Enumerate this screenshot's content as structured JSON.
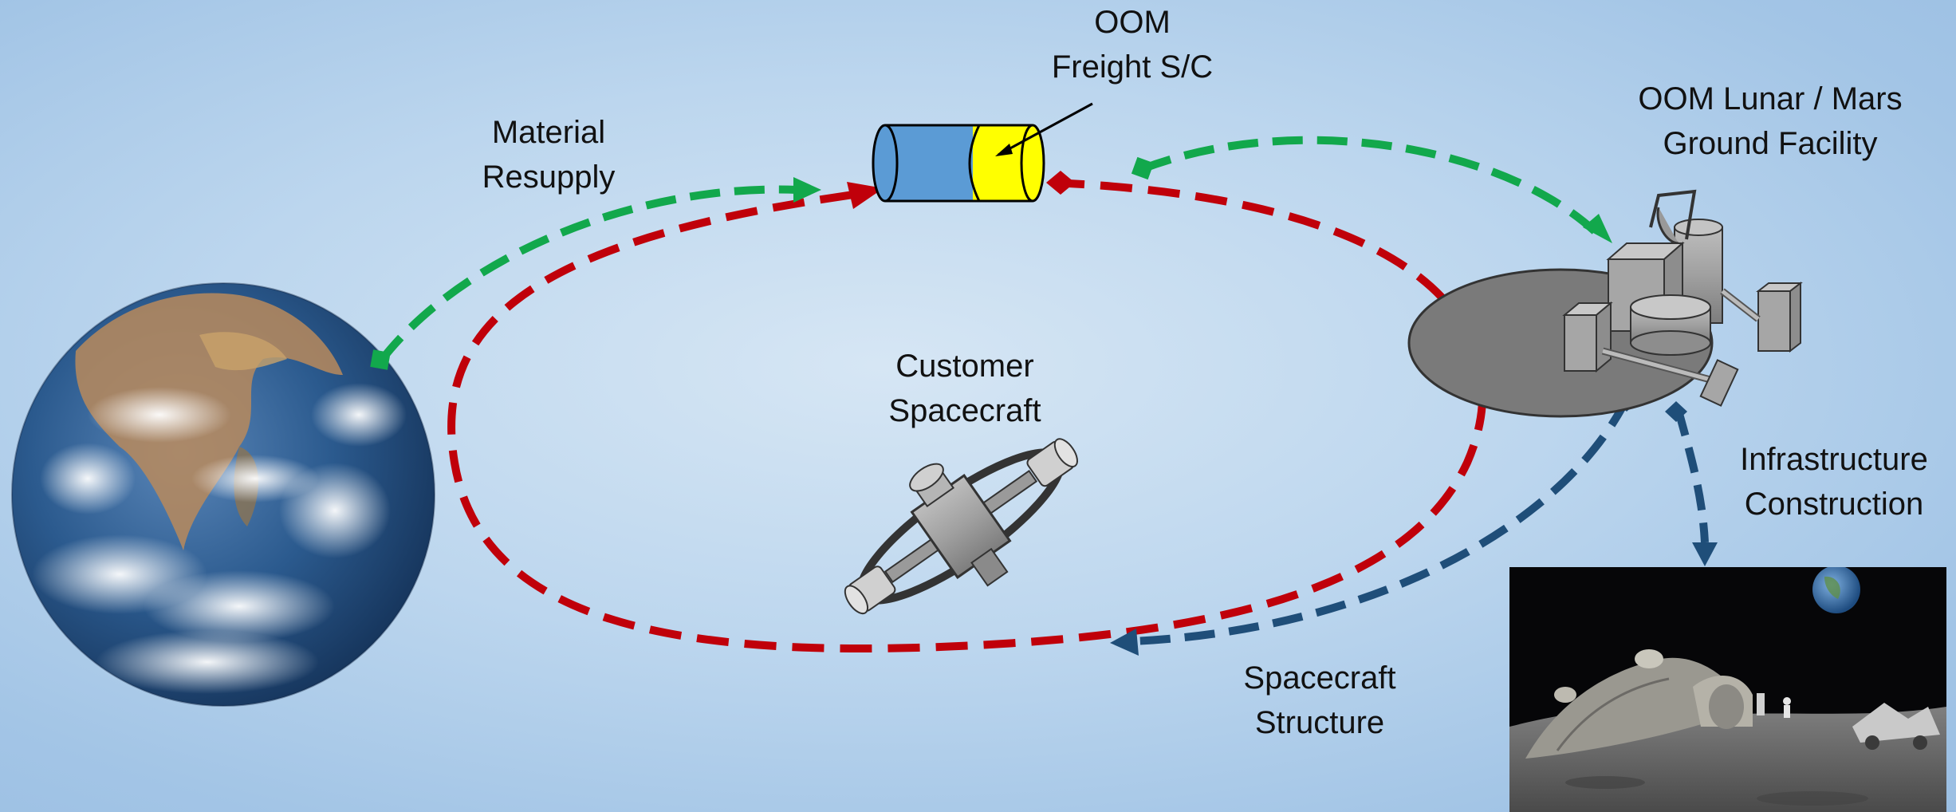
{
  "labels": {
    "freight": [
      "OOM",
      "Freight S/C"
    ],
    "ground_facility": [
      "OOM Lunar / Mars",
      "Ground Facility"
    ],
    "material_resupply": [
      "Material",
      "Resupply"
    ],
    "customer": [
      "Customer",
      "Spacecraft"
    ],
    "infrastructure": [
      "Infrastructure",
      "Construction"
    ],
    "structure": [
      "Spacecraft",
      "Structure"
    ]
  },
  "colors": {
    "green_arrow": "#12a84c",
    "red_arrow": "#c0000a",
    "blue_arrow": "#1f4e79",
    "freight_body": "#5b9bd5",
    "freight_cap": "#ffff00",
    "facility": "#7a7a7a"
  },
  "icons": [
    "earth-icon",
    "freight-spacecraft-icon",
    "ground-facility-icon",
    "customer-spacecraft-icon",
    "lunar-base-photo"
  ]
}
